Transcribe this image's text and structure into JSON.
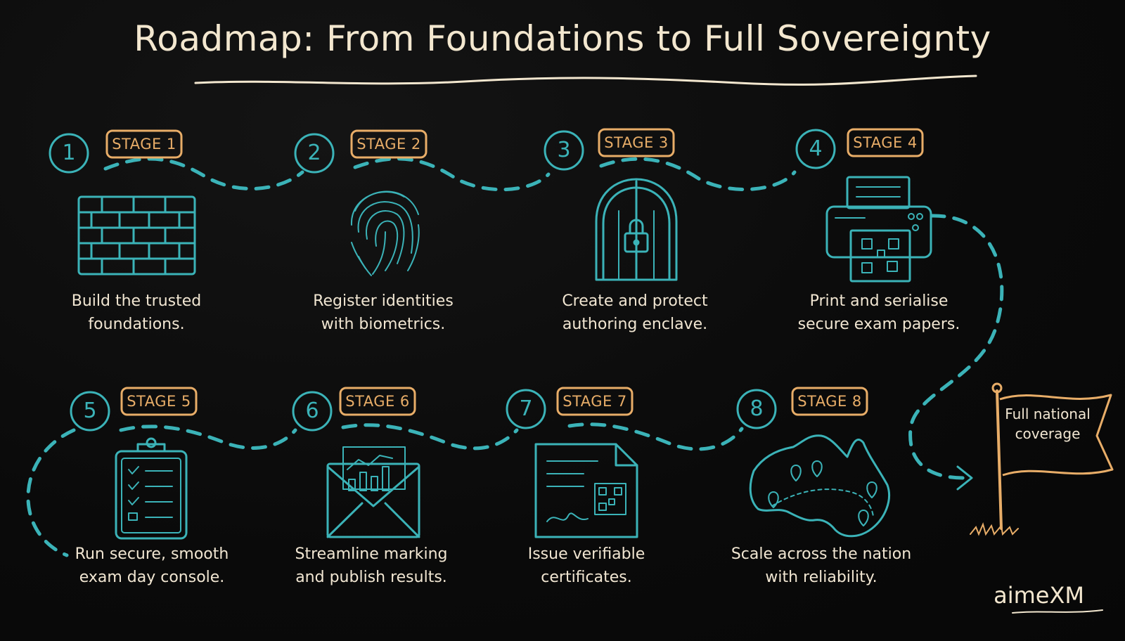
{
  "title": "Roadmap: From Foundations to Full Sovereignty",
  "brand": "aimeXM",
  "goal": {
    "line1": "Full national",
    "line2": "coverage"
  },
  "stages": [
    {
      "number": "1",
      "label": "STAGE 1",
      "line1": "Build the trusted",
      "line2": "foundations.",
      "icon": "brick-wall-icon"
    },
    {
      "number": "2",
      "label": "STAGE 2",
      "line1": "Register identities",
      "line2": "with biometrics.",
      "icon": "fingerprint-icon"
    },
    {
      "number": "3",
      "label": "STAGE 3",
      "line1": "Create and protect",
      "line2": "authoring enclave.",
      "icon": "locked-door-icon"
    },
    {
      "number": "4",
      "label": "STAGE 4",
      "line1": "Print and serialise",
      "line2": "secure exam papers.",
      "icon": "printer-icon"
    },
    {
      "number": "5",
      "label": "STAGE 5",
      "line1": "Run secure, smooth",
      "line2": "exam day console.",
      "icon": "clipboard-icon"
    },
    {
      "number": "6",
      "label": "STAGE 6",
      "line1": "Streamline marking",
      "line2": "and publish results.",
      "icon": "envelope-chart-icon"
    },
    {
      "number": "7",
      "label": "STAGE 7",
      "line1": "Issue verifiable",
      "line2": "certificates.",
      "icon": "certificate-icon"
    },
    {
      "number": "8",
      "label": "STAGE 8",
      "line1": "Scale across the nation",
      "line2": "with reliability.",
      "icon": "australia-map-icon"
    }
  ],
  "colors": {
    "background": "#0b0b0b",
    "teal": "#3bb3b8",
    "amber": "#e8ad68",
    "cream": "#f1e6d2"
  }
}
